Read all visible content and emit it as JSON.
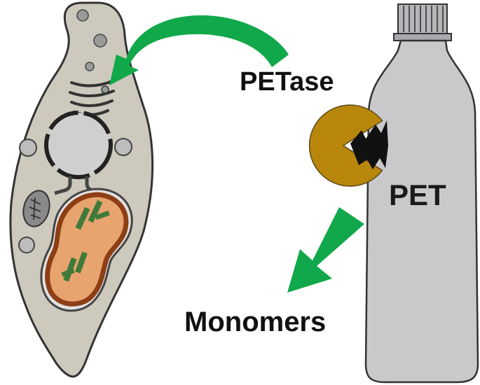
{
  "labels": {
    "enzyme": "PETase",
    "plastic": "PET",
    "product": "Monomers"
  },
  "icons": {
    "cell": "microorganism-cell-icon",
    "bottle": "plastic-bottle-icon",
    "enzyme": "pacman-enzyme-icon",
    "secretion_arrow": "curved-arrow-icon",
    "product_arrow": "down-left-arrow-icon"
  },
  "colors": {
    "arrow_green": "#10a84a",
    "enzyme_gold": "#b8860b",
    "bottle_gray": "#c9c9cc",
    "cell_body": "#cdc9bd",
    "chloroplast_orange": "#e7a06a",
    "chloroplast_brown": "#9c4a1c",
    "thylakoid_green": "#3f7a3a",
    "organelle_gray": "#9a9a9a"
  }
}
